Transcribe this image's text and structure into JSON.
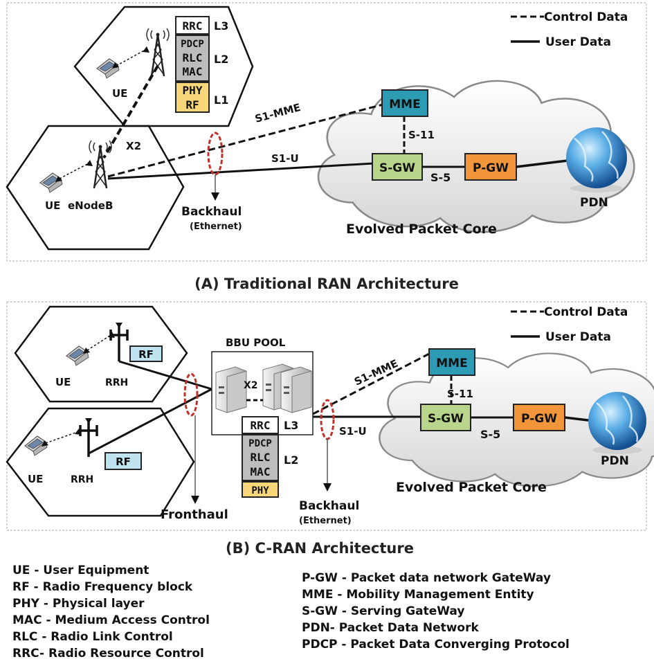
{
  "panel_a": {
    "caption": "(A) Traditional RAN Architecture",
    "legend_control": "Control Data",
    "legend_user": "User Data",
    "stack": {
      "rrc": "RRC",
      "pdcp": "PDCP",
      "rlc": "RLC",
      "mac": "MAC",
      "phy": "PHY",
      "rf": "RF",
      "l1": "L1",
      "l2": "L2",
      "l3": "L3"
    },
    "ue_top": "UE",
    "ue_bottom": "UE",
    "enodeb": "eNodeB",
    "x2": "X2",
    "backhaul": "Backhaul",
    "backhaul_sub": "(Ethernet)",
    "s1_mme": "S1-MME",
    "s1_u": "S1-U",
    "mme": "MME",
    "s11": "S-11",
    "sgw": "S-GW",
    "s5": "S-5",
    "pgw": "P-GW",
    "pdn": "PDN",
    "core": "Evolved Packet Core"
  },
  "panel_b": {
    "caption": "(B) C-RAN Architecture",
    "legend_control": "Control Data",
    "legend_user": "User Data",
    "bbu_pool": "BBU POOL",
    "x2": "X2",
    "stack": {
      "rrc": "RRC",
      "pdcp": "PDCP",
      "rlc": "RLC",
      "mac": "MAC",
      "phy": "PHY",
      "l2": "L2",
      "l3": "L3"
    },
    "ue_top": "UE",
    "ue_bottom": "UE",
    "rrh_top": "RRH",
    "rrh_bottom": "RRH",
    "rf_top": "RF",
    "rf_bottom": "RF",
    "fronthaul": "Fronthaul",
    "backhaul": "Backhaul",
    "backhaul_sub": "(Ethernet)",
    "s1_mme": "S1-MME",
    "s1_u": "S1-U",
    "mme": "MME",
    "s11": "S-11",
    "sgw": "S-GW",
    "s5": "S-5",
    "pgw": "P-GW",
    "pdn": "PDN",
    "core": "Evolved Packet Core"
  },
  "abbreviations_left": [
    "UE - User Equipment",
    "RF - Radio Frequency block",
    "PHY - Physical layer",
    "MAC - Medium Access Control",
    "RLC - Radio Link Control",
    "RRC- Radio Resource Control"
  ],
  "abbreviations_right": [
    "P-GW - Packet data network GateWay",
    "MME - Mobility Management Entity",
    "S-GW - Serving GateWay",
    "PDN- Packet Data Network",
    "PDCP - Packet Data Converging Protocol"
  ],
  "colors": {
    "mme": "#2E9BB5",
    "sgw": "#B9D58C",
    "pgw": "#F2963B",
    "rrc": "#FFFFFF",
    "stack_mid": "#BDBDBD",
    "phy": "#F7D77A",
    "rf_box": "#BFE3EF",
    "fronthaul_ring": "#C0302B",
    "globe": "#2B7CC4"
  }
}
